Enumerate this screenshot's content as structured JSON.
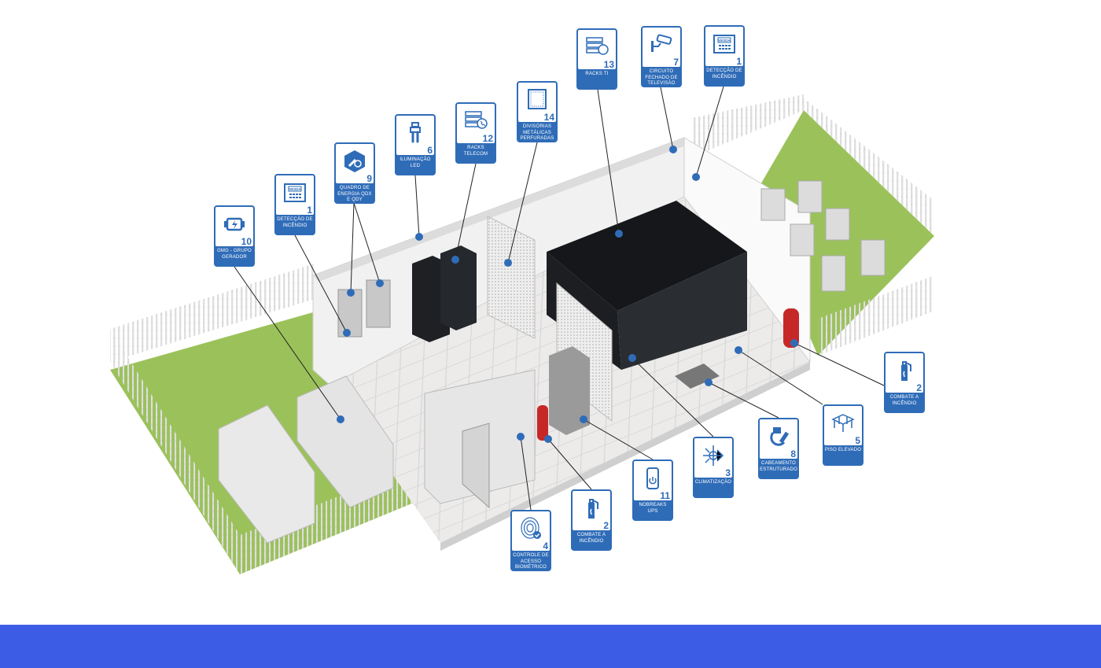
{
  "colors": {
    "callout": "#2f6cb8",
    "footer": "#3d5ce6",
    "grass": "#9bc25a",
    "rack": "#1e2024"
  },
  "callouts": [
    {
      "id": "gmg",
      "number": "10",
      "label": "GMG - GRUPO GERADOR",
      "icon": "generator-icon"
    },
    {
      "id": "fire-detection-left",
      "number": "1",
      "label": "DETECÇÃO DE INCÊNDIO",
      "icon": "vesda-panel-icon",
      "icon_text": "VESDA"
    },
    {
      "id": "power-panel",
      "number": "9",
      "label": "QUADRO DE ENERGIA QDX e QDY",
      "icon": "power-plug-icon"
    },
    {
      "id": "led",
      "number": "6",
      "label": "ILUMINAÇÃO LED",
      "icon": "led-bulb-icon"
    },
    {
      "id": "racks-telecom",
      "number": "12",
      "label": "RACKS TELECOM",
      "icon": "telecom-rack-icon"
    },
    {
      "id": "partitions",
      "number": "14",
      "label": "DIVISÓRIAS METÁLICAS PERFURADAS",
      "icon": "perforated-panel-icon"
    },
    {
      "id": "racks-ti",
      "number": "13",
      "label": "RACKS TI",
      "icon": "server-rack-icon"
    },
    {
      "id": "cctv",
      "number": "7",
      "label": "CIRCUITO FECHADO DE TELEVISÃO",
      "icon": "cctv-camera-icon"
    },
    {
      "id": "fire-detection-right",
      "number": "1",
      "label": "DETECÇÃO DE INCÊNDIO",
      "icon": "vesda-panel-icon",
      "icon_text": "VESDA"
    },
    {
      "id": "fire-fighting-right",
      "number": "2",
      "label": "COMBATE A INCÊNDIO",
      "icon": "fire-extinguisher-icon"
    },
    {
      "id": "raised-floor",
      "number": "5",
      "label": "PISO ELEVADO",
      "icon": "raised-floor-icon"
    },
    {
      "id": "cabling",
      "number": "8",
      "label": "CABEAMENTO ESTRUTURADO",
      "icon": "network-cable-icon"
    },
    {
      "id": "hvac",
      "number": "3",
      "label": "CLIMATIZAÇÃO",
      "icon": "sun-snowflake-icon"
    },
    {
      "id": "ups",
      "number": "11",
      "label": "NOBREAKS UPS",
      "icon": "ups-power-icon"
    },
    {
      "id": "fire-fighting-left",
      "number": "2",
      "label": "COMBATE A INCÊNDIO",
      "icon": "fire-extinguisher-icon"
    },
    {
      "id": "biometric",
      "number": "4",
      "label": "CONTROLE DE ACESSO BIOMÉTRICO",
      "icon": "fingerprint-icon"
    }
  ]
}
